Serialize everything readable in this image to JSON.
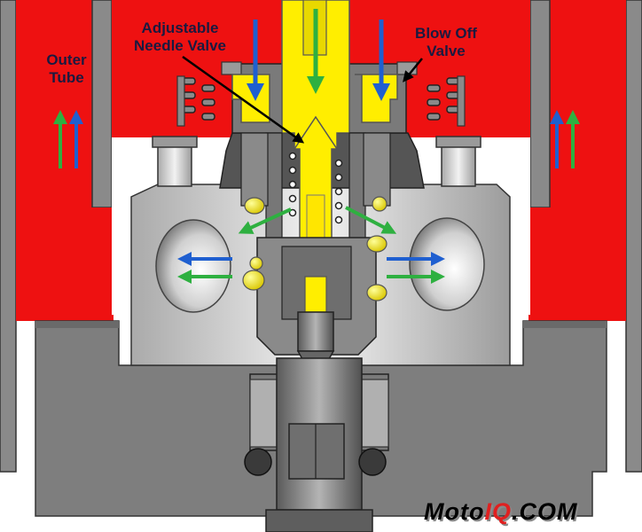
{
  "labels": {
    "needle_valve_line1": "Adjustable",
    "needle_valve_line2": "Needle Valve",
    "blow_off_line1": "Blow Off",
    "blow_off_line2": "Valve",
    "outer_tube_line1": "Outer",
    "outer_tube_line2": "Tube"
  },
  "logo": {
    "part1": "Moto",
    "part2": "IQ",
    "part3": ".COM"
  },
  "colors": {
    "oil": "#ee1111",
    "valve": "#ffee00",
    "metal": "#808080",
    "metal_light": "#c4c4c4",
    "metal_dark": "#4a4a4a",
    "flow_blue": "#1f5fd0",
    "flow_green": "#2eb040",
    "label_red": "#cc1111",
    "label_dark": "#1a1a40",
    "logo_accent": "#e02020"
  }
}
